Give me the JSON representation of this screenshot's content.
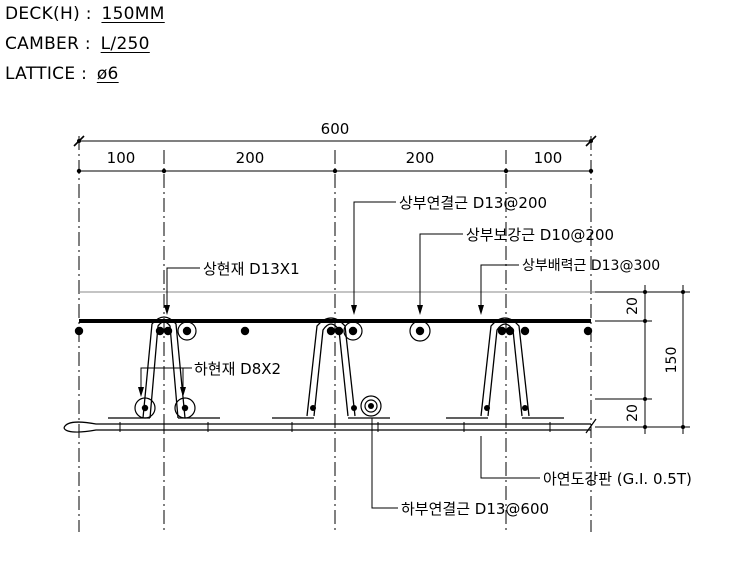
{
  "specs": [
    {
      "label": "DECK(H) :",
      "value": "150MM"
    },
    {
      "label": "CAMBER :",
      "value": "L/250"
    },
    {
      "label": "LATTICE :",
      "value": "ø6"
    }
  ],
  "dimensions": {
    "total": "600",
    "segments": [
      "100",
      "200",
      "200",
      "100"
    ],
    "height_total": "150",
    "top_cover": "20",
    "bottom_cover": "20"
  },
  "callouts": {
    "top_connect": "상부연결근 D13@200",
    "top_reinforce": "상부보강근 D10@200",
    "top_distribution": "상부배력근 D13@300",
    "upper_chord": "상현재 D13X1",
    "lower_chord": "하현재 D8X2",
    "steel_plate": "아연도강판 (G.I. 0.5T)",
    "bottom_connect": "하부연결근 D13@600"
  }
}
